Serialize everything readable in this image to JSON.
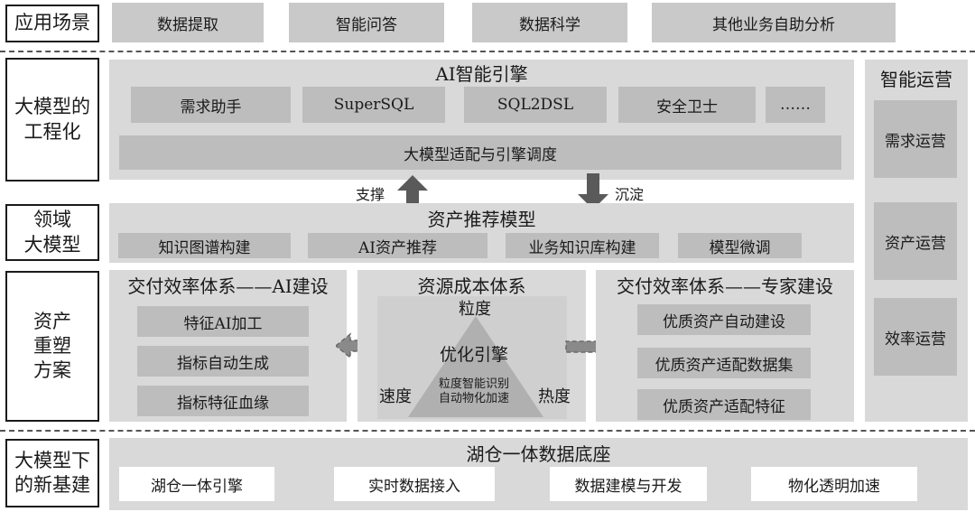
{
  "rows": {
    "app": "应用场景",
    "eng": "大模型的\n工程化",
    "domain": "领域\n大模型",
    "asset": "资产\n重塑\n方案",
    "base": "大模型下\n的新基建"
  },
  "app_scenarios": [
    "数据提取",
    "智能问答",
    "数据科学",
    "其他业务自助分析"
  ],
  "ai_engine": {
    "title": "AI智能引擎",
    "modules": [
      "需求助手",
      "SuperSQL",
      "SQL2DSL",
      "安全卫士",
      "……"
    ],
    "adapter": "大模型适配与引擎调度"
  },
  "arrows": {
    "support": "支撑",
    "deposit": "沉淀"
  },
  "asset_model": {
    "title": "资产推荐模型",
    "items": [
      "知识图谱构建",
      "AI资产推荐",
      "业务知识库构建",
      "模型微调"
    ]
  },
  "ai_build": {
    "title": "交付效率体系——AI建设",
    "items": [
      "特征AI加工",
      "指标自动生成",
      "指标特征血缘"
    ]
  },
  "cost": {
    "title": "资源成本体系",
    "top": "粒度",
    "center": "优化引擎",
    "inner_line1": "粒度智能识别",
    "inner_line2": "自动物化加速",
    "left": "速度",
    "right": "热度"
  },
  "expert_build": {
    "title": "交付效率体系——专家建设",
    "items": [
      "优质资产自动建设",
      "优质资产适配数据集",
      "优质资产适配特征"
    ]
  },
  "ops": {
    "title": "智能运营",
    "items": [
      "需求运营",
      "资产运营",
      "效率运营"
    ]
  },
  "base": {
    "title": "湖仓一体数据底座",
    "items": [
      "湖仓一体引擎",
      "实时数据接入",
      "数据建模与开发",
      "物化透明加速"
    ]
  }
}
